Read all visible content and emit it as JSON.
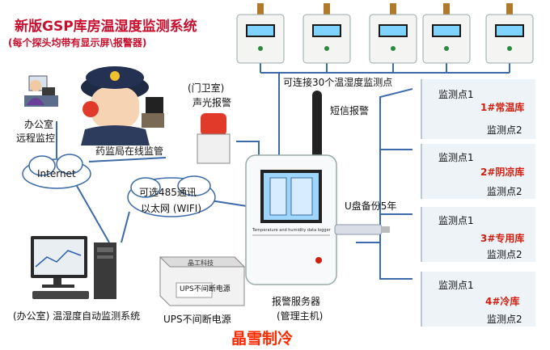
{
  "title": {
    "line1": "新版GSP库房温湿度监测系统",
    "line2": "(每个探头均带有显示屏\\报警器)"
  },
  "labels": {
    "office_a": "办公室",
    "remote": "远程监控",
    "fda": "药监局在线监管",
    "internet": "Internet",
    "net_line1": "可选485通讯",
    "net_line2": "以太网 (WIFI)",
    "office_b": "(办公室) 温湿度自动监测系统",
    "ups_caption": "UPS不间断电源",
    "ups_brand": "晶工科技",
    "ups_label": "UPS不间断电源",
    "guard": "(门卫室)",
    "alarm": "声光报警",
    "sms": "短信报警",
    "connect30": "可连接30个温湿度监测点",
    "usb_backup": "U盘备份5年",
    "server_line1": "报警服务器",
    "server_line2": "(管理主机)",
    "device_caption": "Temperature and humidity data logger",
    "brand": "晶雪制冷"
  },
  "zones": [
    {
      "p1": "监测点1",
      "name": "1#常温库",
      "p2": "监测点2"
    },
    {
      "p1": "监测点1",
      "name": "2#阴凉库",
      "p2": "监测点2"
    },
    {
      "p1": "监测点1",
      "name": "3#专用库",
      "p2": "监测点2"
    },
    {
      "p1": "监测点1",
      "name": "4#冷库",
      "p2": "监测点2"
    }
  ],
  "colors": {
    "title": "#c8102e",
    "accent_red": "#d21f0f",
    "brand": "#ff2a00",
    "wire": "#3b6aa8",
    "zone_bg": "#eef3f8"
  }
}
